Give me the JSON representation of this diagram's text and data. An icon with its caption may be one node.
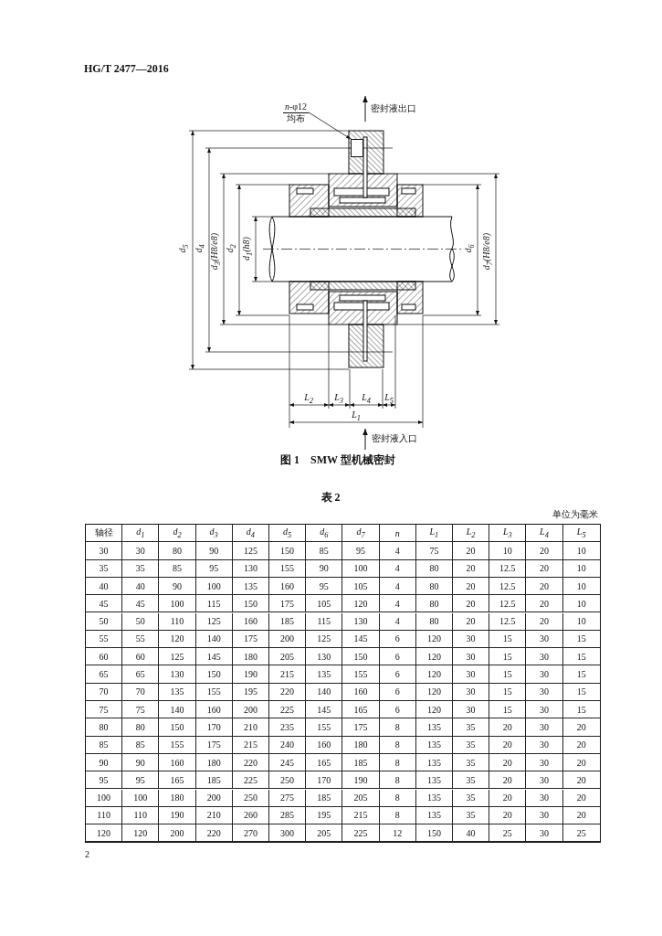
{
  "diagram": {
    "caption": "图 1　SMW 型机械密封",
    "nodes": [
      {
        "text": [
          "*n*-φ12",
          "均布"
        ]
      },
      {
        "text": [],
        "shape": "box"
      }
    ],
    "edges": [
      {
        "from": 0,
        "to": 1,
        "arrow": "to"
      }
    ],
    "labels": [
      "HG/T 2477—2016",
      "密封液出口",
      "d$_{5}$",
      "d$_{4}$",
      "d$_{3}$(H8/e8)",
      "d$_{2}$",
      "d$_{1}$(h8)",
      "d$_{6}$",
      "d$_{7}$(H8/e8)",
      "L$_{2}$",
      "L$_{3}$",
      "L$_{4}$",
      "L$_{5}$",
      "L$_{1}$",
      "密封液入口",
      "表 2",
      "单位为毫米",
      "轴径",
      "d$_{1}$",
      "d$_{2}$",
      "d$_{3}$",
      "d$_{4}$",
      "d$_{5}$",
      "d$_{6}$",
      "d$_{7}$",
      "n",
      "L$_{1}$",
      "L$_{2}$",
      "L$_{3}$",
      "L$_{4}$",
      "L$_{5}$",
      "30",
      "30",
      "80",
      "90",
      "125",
      "150",
      "85",
      "95",
      "4",
      "75",
      "20",
      "10",
      "20",
      "10",
      "35",
      "35",
      "85",
      "95",
      "130",
      "155",
      "90",
      "100",
      "4",
      "80",
      "20",
      "12.5",
      "20",
      "10",
      "40",
      "40",
      "90",
      "100",
      "135",
      "160",
      "95",
      "105",
      "4",
      "80",
      "20",
      "12.5",
      "20",
      "10",
      "45",
      "45",
      "100",
      "115",
      "150",
      "175",
      "105",
      "120",
      "4",
      "80",
      "20",
      "12.5",
      "20",
      "10",
      "50",
      "50",
      "110",
      "125",
      "160",
      "185",
      "115",
      "130",
      "4",
      "80",
      "20",
      "12.5",
      "20",
      "10",
      "55",
      "55",
      "120",
      "140",
      "175",
      "200",
      "125",
      "145",
      "6",
      "120",
      "30",
      "15",
      "30",
      "15",
      "60",
      "60",
      "125",
      "145",
      "180",
      "205",
      "130",
      "150",
      "6",
      "120",
      "30",
      "15",
      "30",
      "15",
      "65",
      "65",
      "130",
      "150",
      "190",
      "215",
      "135",
      "155",
      "6",
      "120",
      "30",
      "15",
      "30",
      "15",
      "70",
      "70",
      "135",
      "155",
      "195",
      "220",
      "140",
      "160",
      "6",
      "120",
      "30",
      "15",
      "30",
      "15",
      "75",
      "75",
      "140",
      "160",
      "200",
      "225",
      "145",
      "165",
      "6",
      "120",
      "30",
      "15",
      "30",
      "15",
      "80",
      "80",
      "150",
      "170",
      "210",
      "235",
      "155",
      "175",
      "8",
      "135",
      "35",
      "20",
      "30",
      "20",
      "85",
      "85",
      "155",
      "175",
      "215",
      "240",
      "160",
      "180",
      "8",
      "135",
      "35",
      "20",
      "30",
      "20",
      "90",
      "90",
      "160",
      "180",
      "220",
      "245",
      "165",
      "185",
      "8",
      "135",
      "35",
      "20",
      "30",
      "20",
      "95",
      "95",
      "165",
      "185",
      "225",
      "250",
      "170",
      "190",
      "8",
      "135",
      "35",
      "20",
      "30",
      "20",
      "100",
      "100",
      "180",
      "200",
      "250",
      "275",
      "185",
      "205",
      "8",
      "135",
      "35",
      "20",
      "30",
      "20",
      "110",
      "110",
      "190",
      "210",
      "260",
      "285",
      "195",
      "215",
      "8",
      "135",
      "35",
      "20",
      "30",
      "20",
      "120",
      "120",
      "200",
      "220",
      "270",
      "300",
      "205",
      "225",
      "12",
      "150",
      "40",
      "25",
      "30",
      "25",
      "2"
    ]
  }
}
